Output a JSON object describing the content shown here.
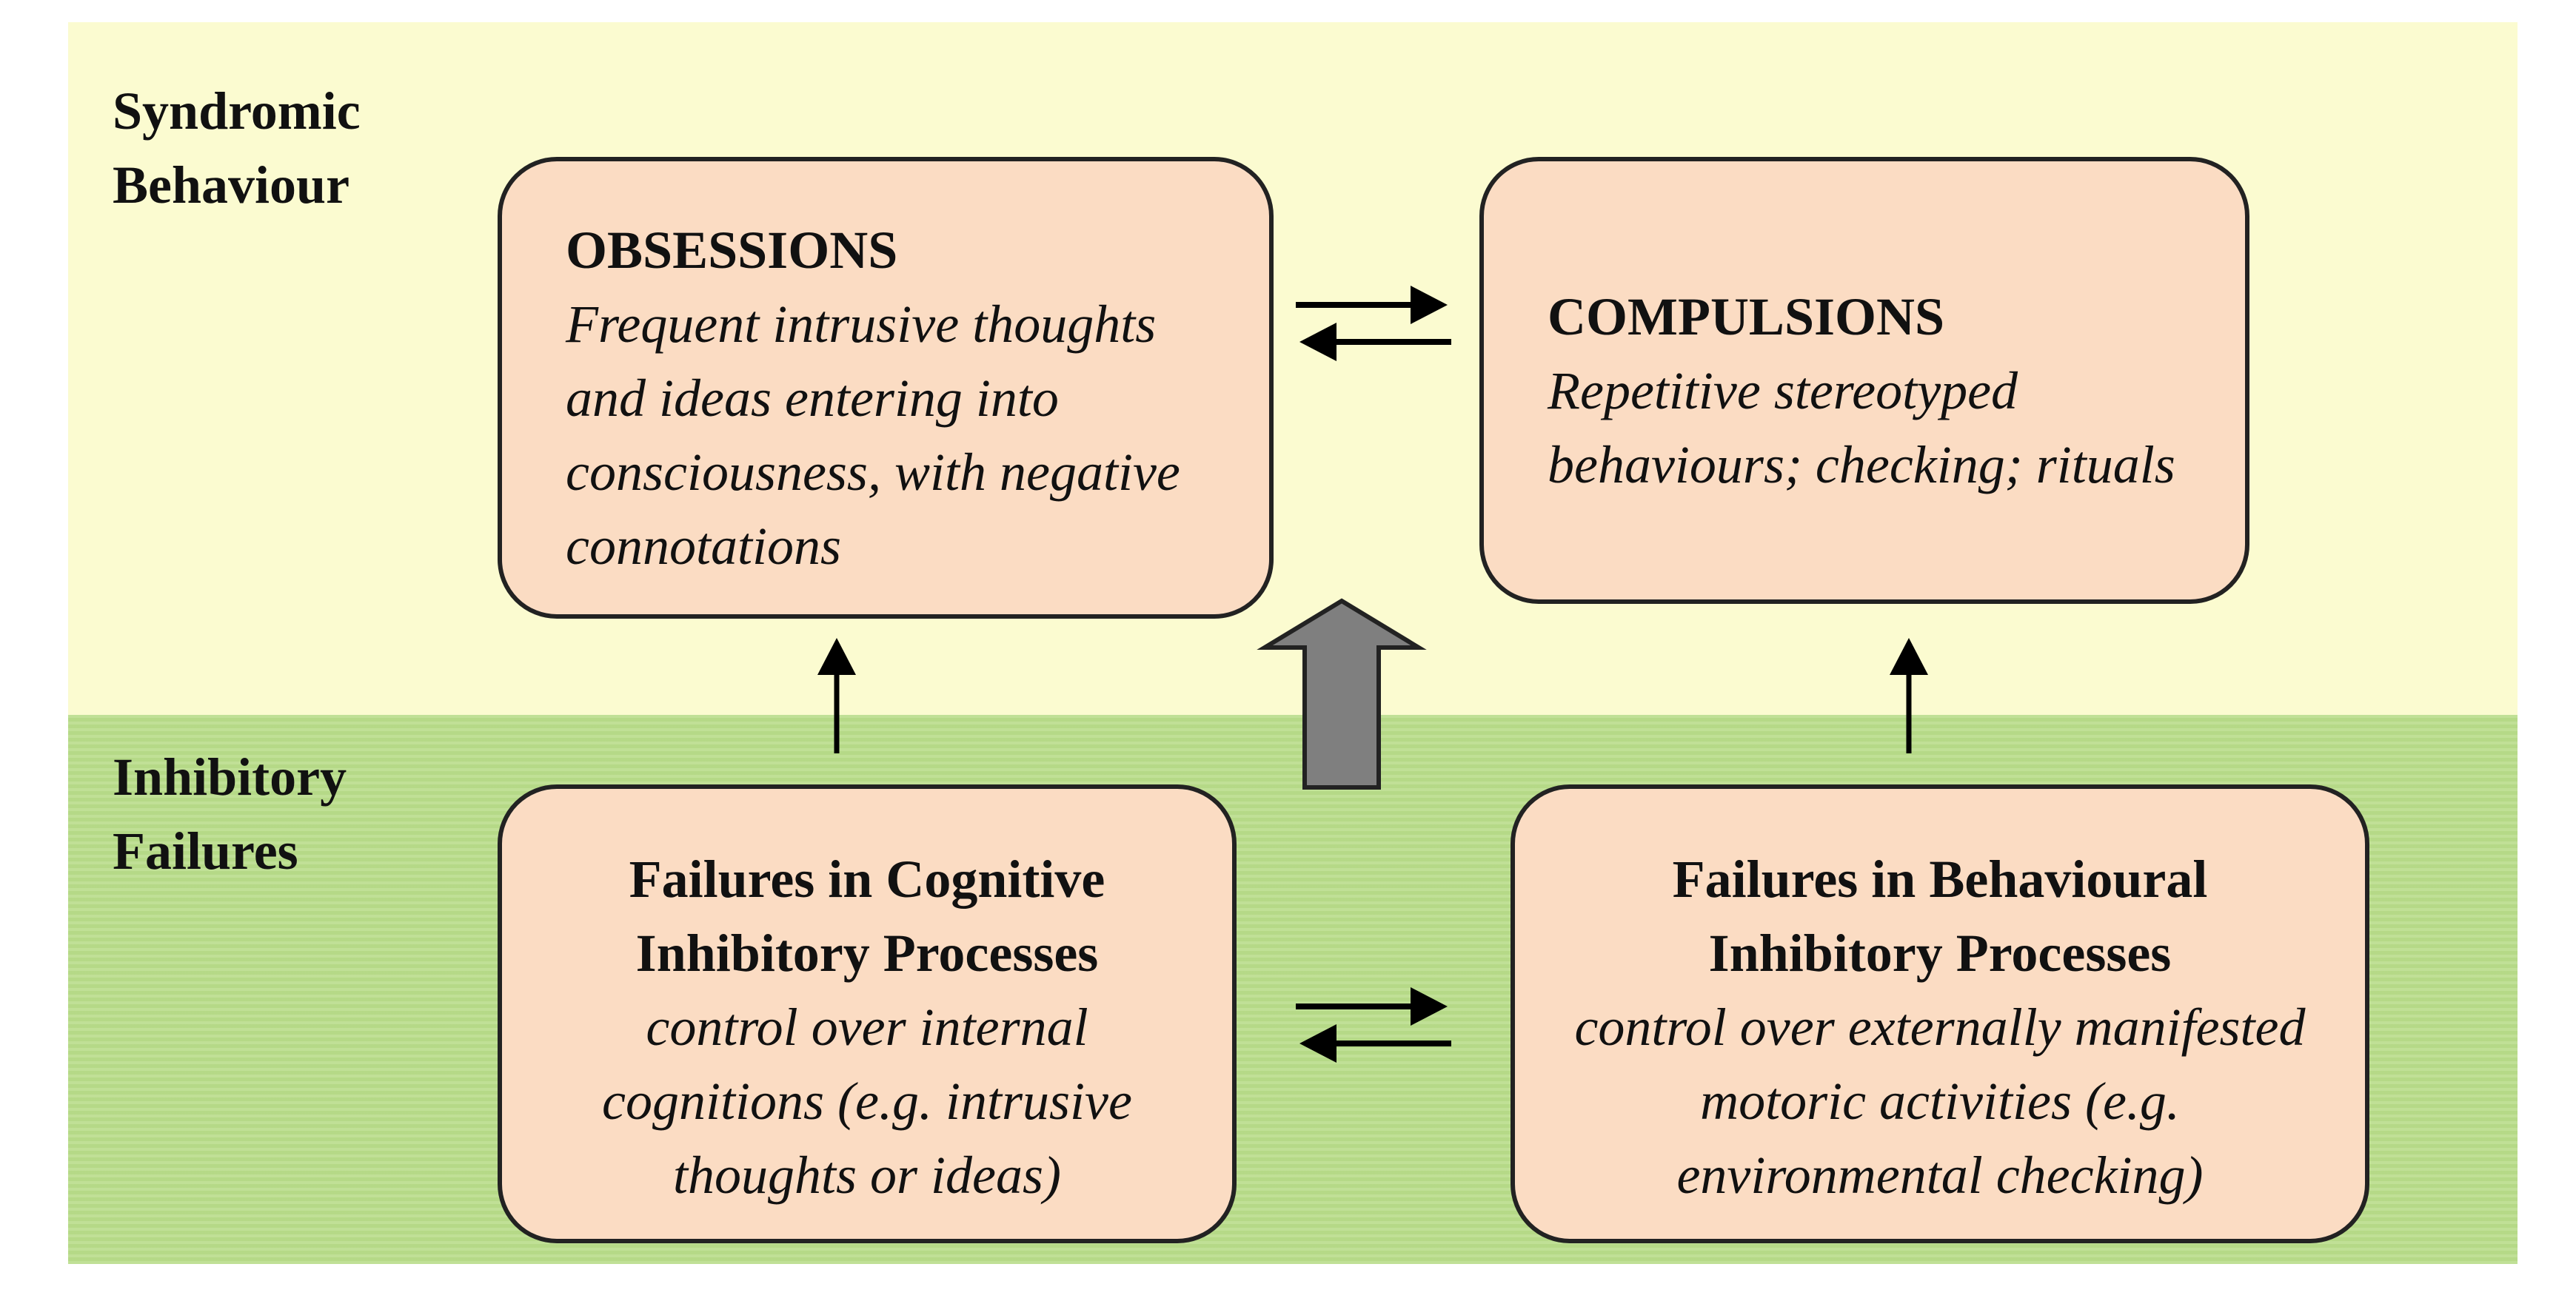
{
  "levels": {
    "syndromic": [
      "Syndromic",
      "Behaviour"
    ],
    "inhibitory": [
      "Inhibitory",
      "Failures"
    ]
  },
  "obsessions": {
    "title": "OBSESSIONS",
    "lines": [
      "Frequent intrusive thoughts",
      "and ideas entering into",
      "consciousness, with negative",
      "connotations"
    ]
  },
  "compulsions": {
    "title": "COMPULSIONS",
    "lines": [
      "Repetitive stereotyped",
      "behaviours; checking; rituals"
    ]
  },
  "cognitive": {
    "title_lines": [
      "Failures in Cognitive",
      "Inhibitory Processes"
    ],
    "lines": [
      "control over internal",
      "cognitions (e.g. intrusive",
      "thoughts or ideas)"
    ]
  },
  "behavioural": {
    "title_lines": [
      "Failures in Behavioural",
      "Inhibitory Processes"
    ],
    "lines": [
      "control over externally manifested",
      "motoric activities (e.g.",
      "environmental checking)"
    ]
  },
  "colors": {
    "top_band": "#fbfbd0",
    "bottom_band": "#b9dd8a",
    "box_fill": "#fbdcc3",
    "box_border": "#222222",
    "big_arrow": "#7f7f7f"
  },
  "icons": [
    "bidirectional-arrow-icon",
    "up-arrow-icon",
    "big-up-arrow-icon"
  ]
}
